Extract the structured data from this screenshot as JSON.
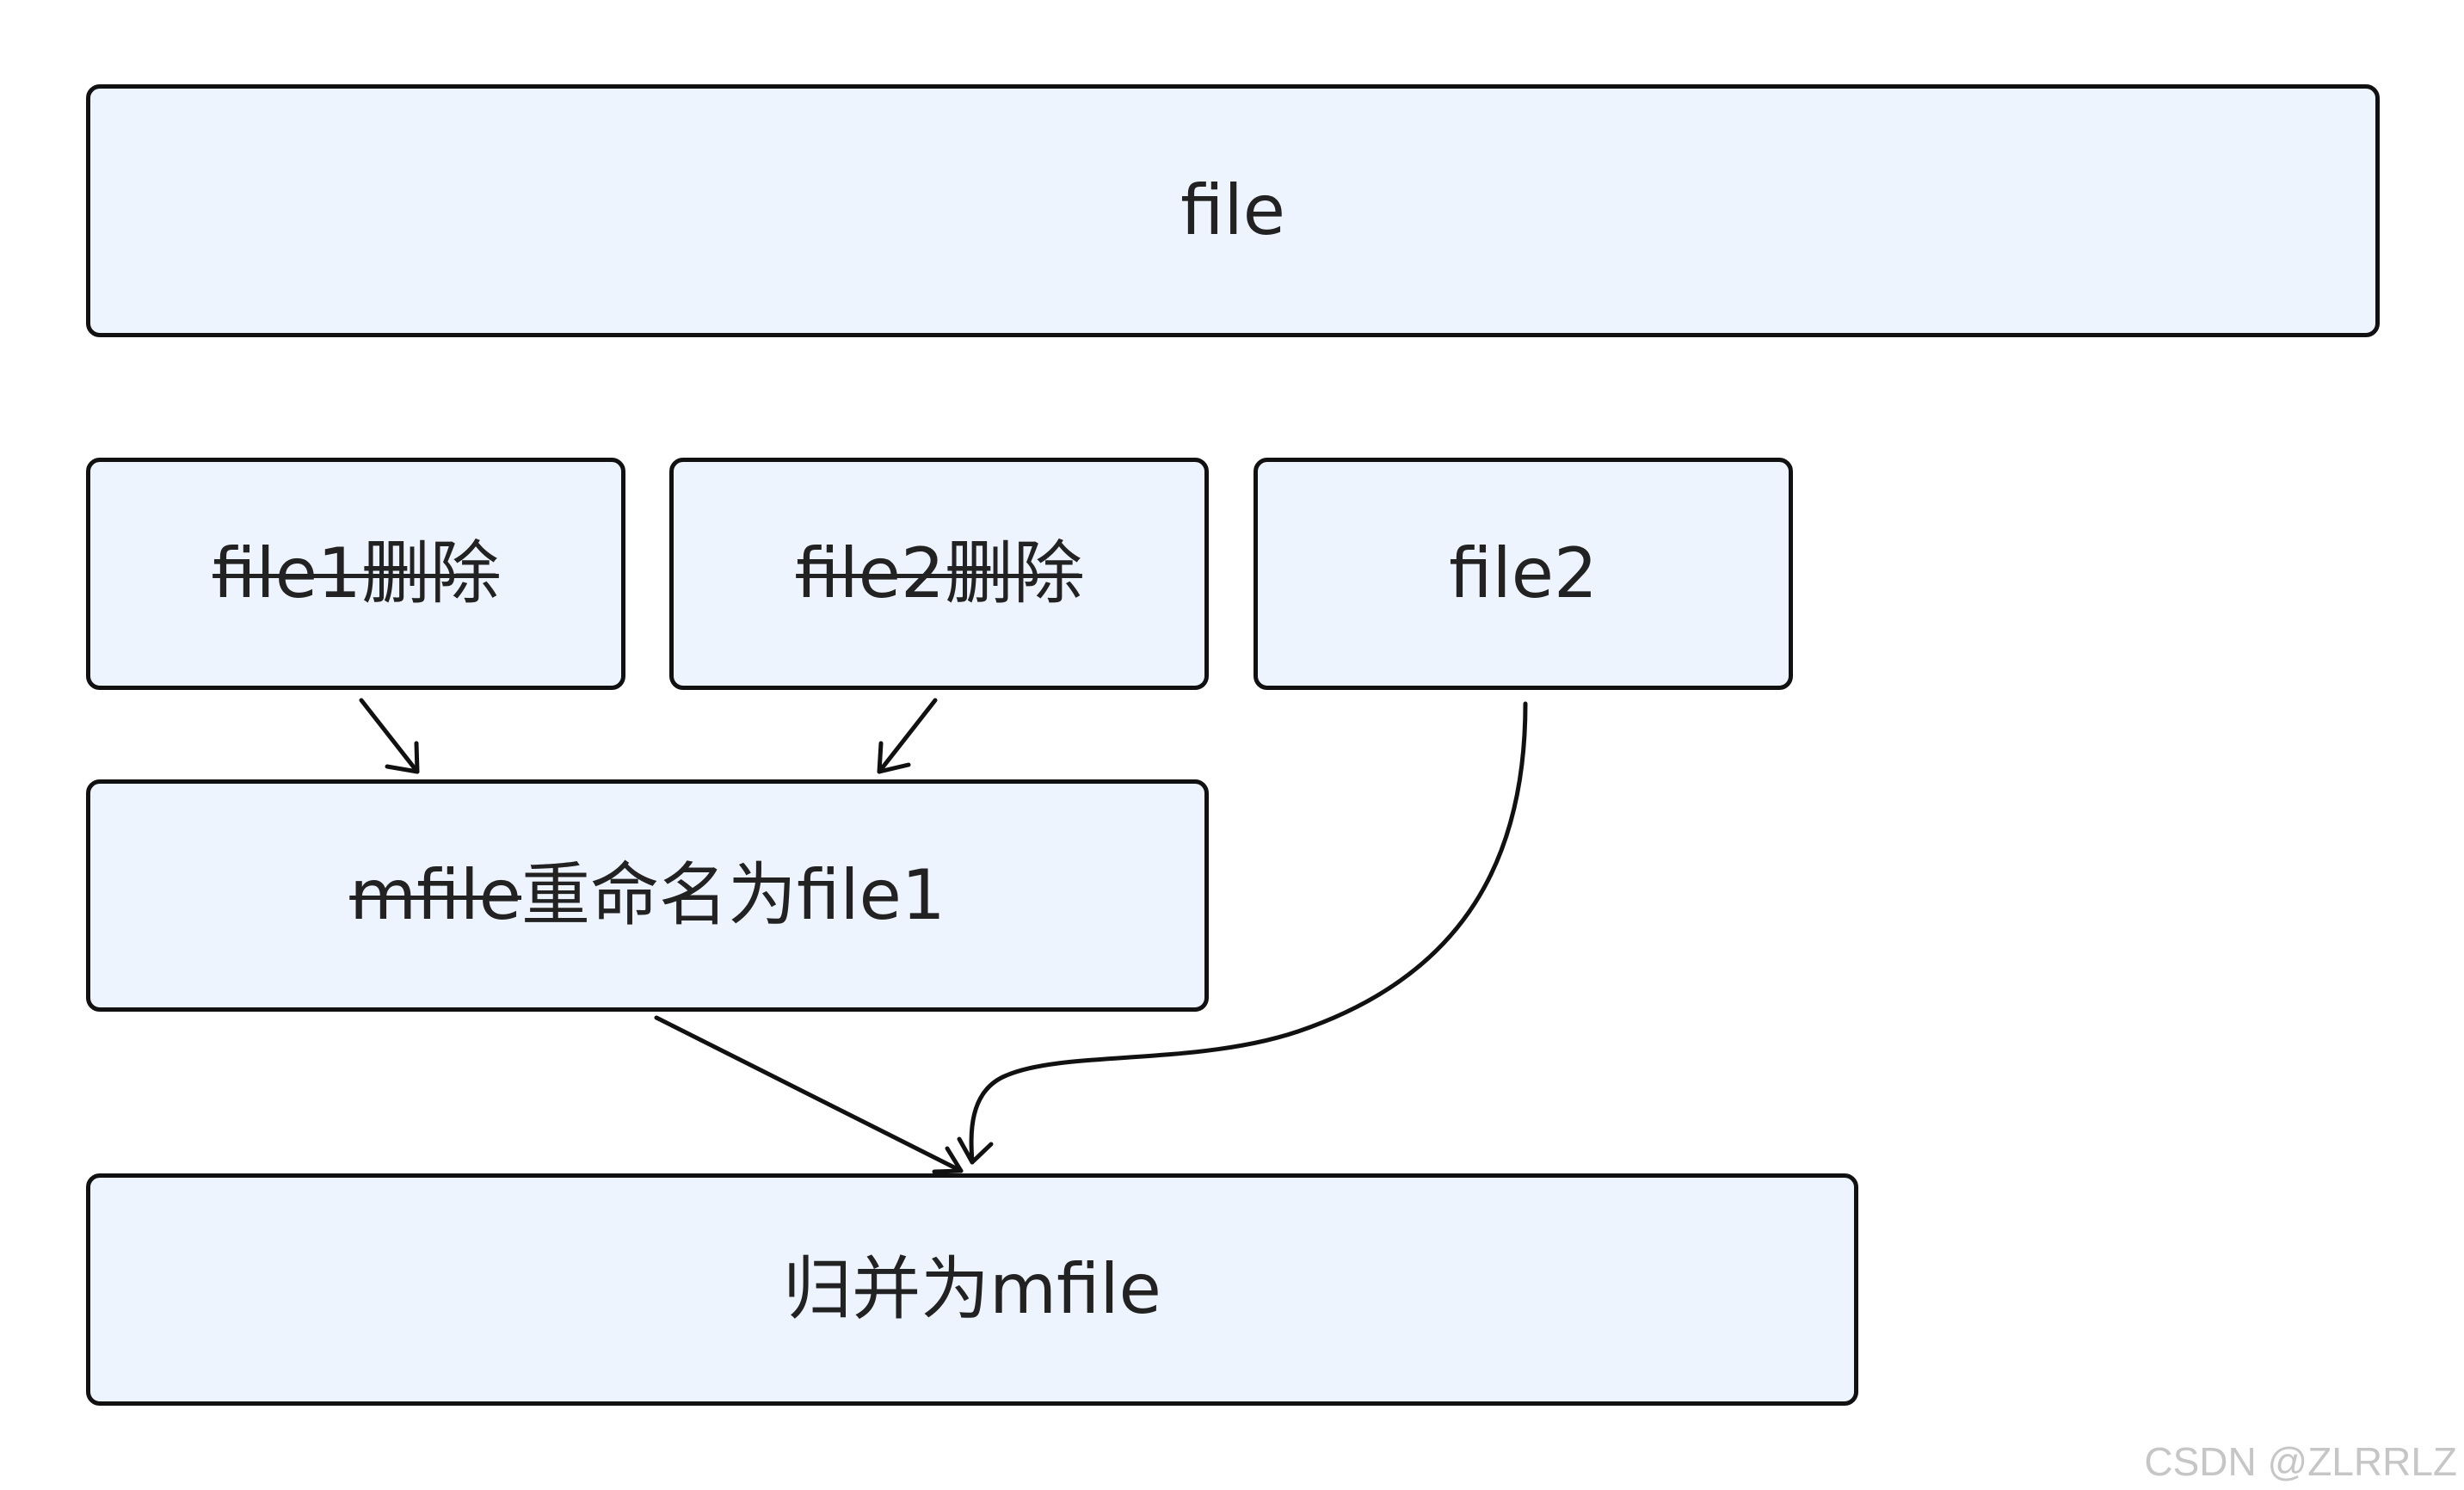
{
  "nodes": {
    "file": {
      "label": "file"
    },
    "file1_delete": {
      "label": "file1删除",
      "strikethrough_text": "file1删除"
    },
    "file2_delete": {
      "label": "file2删除",
      "strikethrough_text": "file2删除"
    },
    "file2": {
      "label": "file2"
    },
    "rename": {
      "struck_part": "mfile",
      "rest": "重命名为file1"
    },
    "merge": {
      "label": "归并为mfile"
    }
  },
  "edges": [
    {
      "from": "file1删除",
      "to": "mfile重命名为file1"
    },
    {
      "from": "file2删除",
      "to": "mfile重命名为file1"
    },
    {
      "from": "mfile重命名为file1",
      "to": "归并为mfile"
    },
    {
      "from": "file2",
      "to": "归并为mfile"
    }
  ],
  "colors": {
    "node_fill": "#eef4fd",
    "node_border": "#111111",
    "text": "#222222",
    "watermark": "#c6c6c6"
  },
  "watermark": "CSDN @ZLRRLZ"
}
